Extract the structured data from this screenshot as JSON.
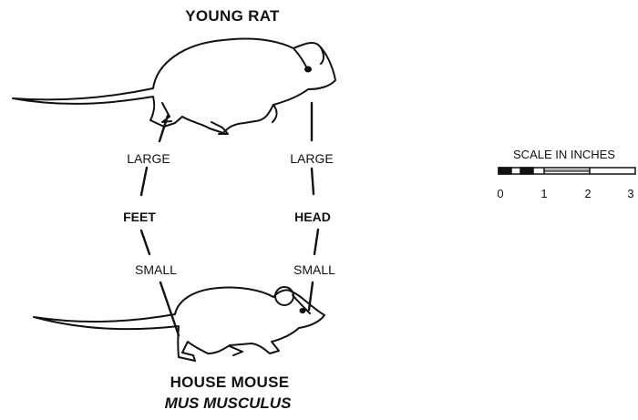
{
  "top_title": "YOUNG RAT",
  "left_top": "LARGE",
  "left_mid": "FEET",
  "left_bottom": "SMALL",
  "right_top": "LARGE",
  "right_mid": "HEAD",
  "right_bottom": "SMALL",
  "bottom_title": "HOUSE MOUSE",
  "bottom_subtitle": "MUS MUSCULUS",
  "scale": {
    "title": "SCALE IN INCHES",
    "ticks": [
      "0",
      "1",
      "2",
      "3"
    ]
  }
}
